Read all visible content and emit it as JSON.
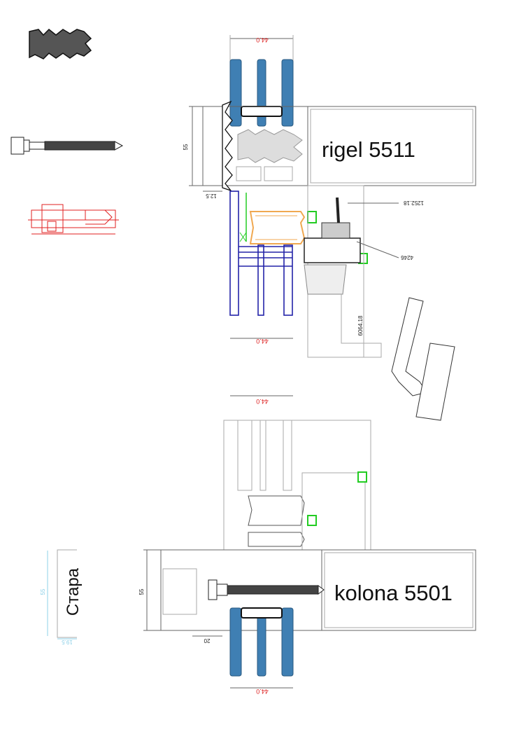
{
  "labels": {
    "rigel": "rigel 5511",
    "kolona": "kolona 5501",
    "old": "Стара"
  },
  "dimensions": {
    "glass_top": "44.0",
    "glass_mid": "44.0",
    "glass_low_top": "44.0",
    "glass_bottom": "44.0",
    "rigel_height": "55",
    "rigel_offset": "12.5",
    "part_a": "1252.18",
    "part_b": "4246",
    "part_c": "6064.18",
    "kolona_height": "55",
    "kolona_offset": "20",
    "old_height": "55",
    "old_width": "19.5"
  },
  "colors": {
    "glass": "#3f7fb3",
    "outline_glass": "#2323a8",
    "spacer": "#f0a850",
    "gasket": "#22cc22",
    "dimension_red": "#dd2222"
  }
}
